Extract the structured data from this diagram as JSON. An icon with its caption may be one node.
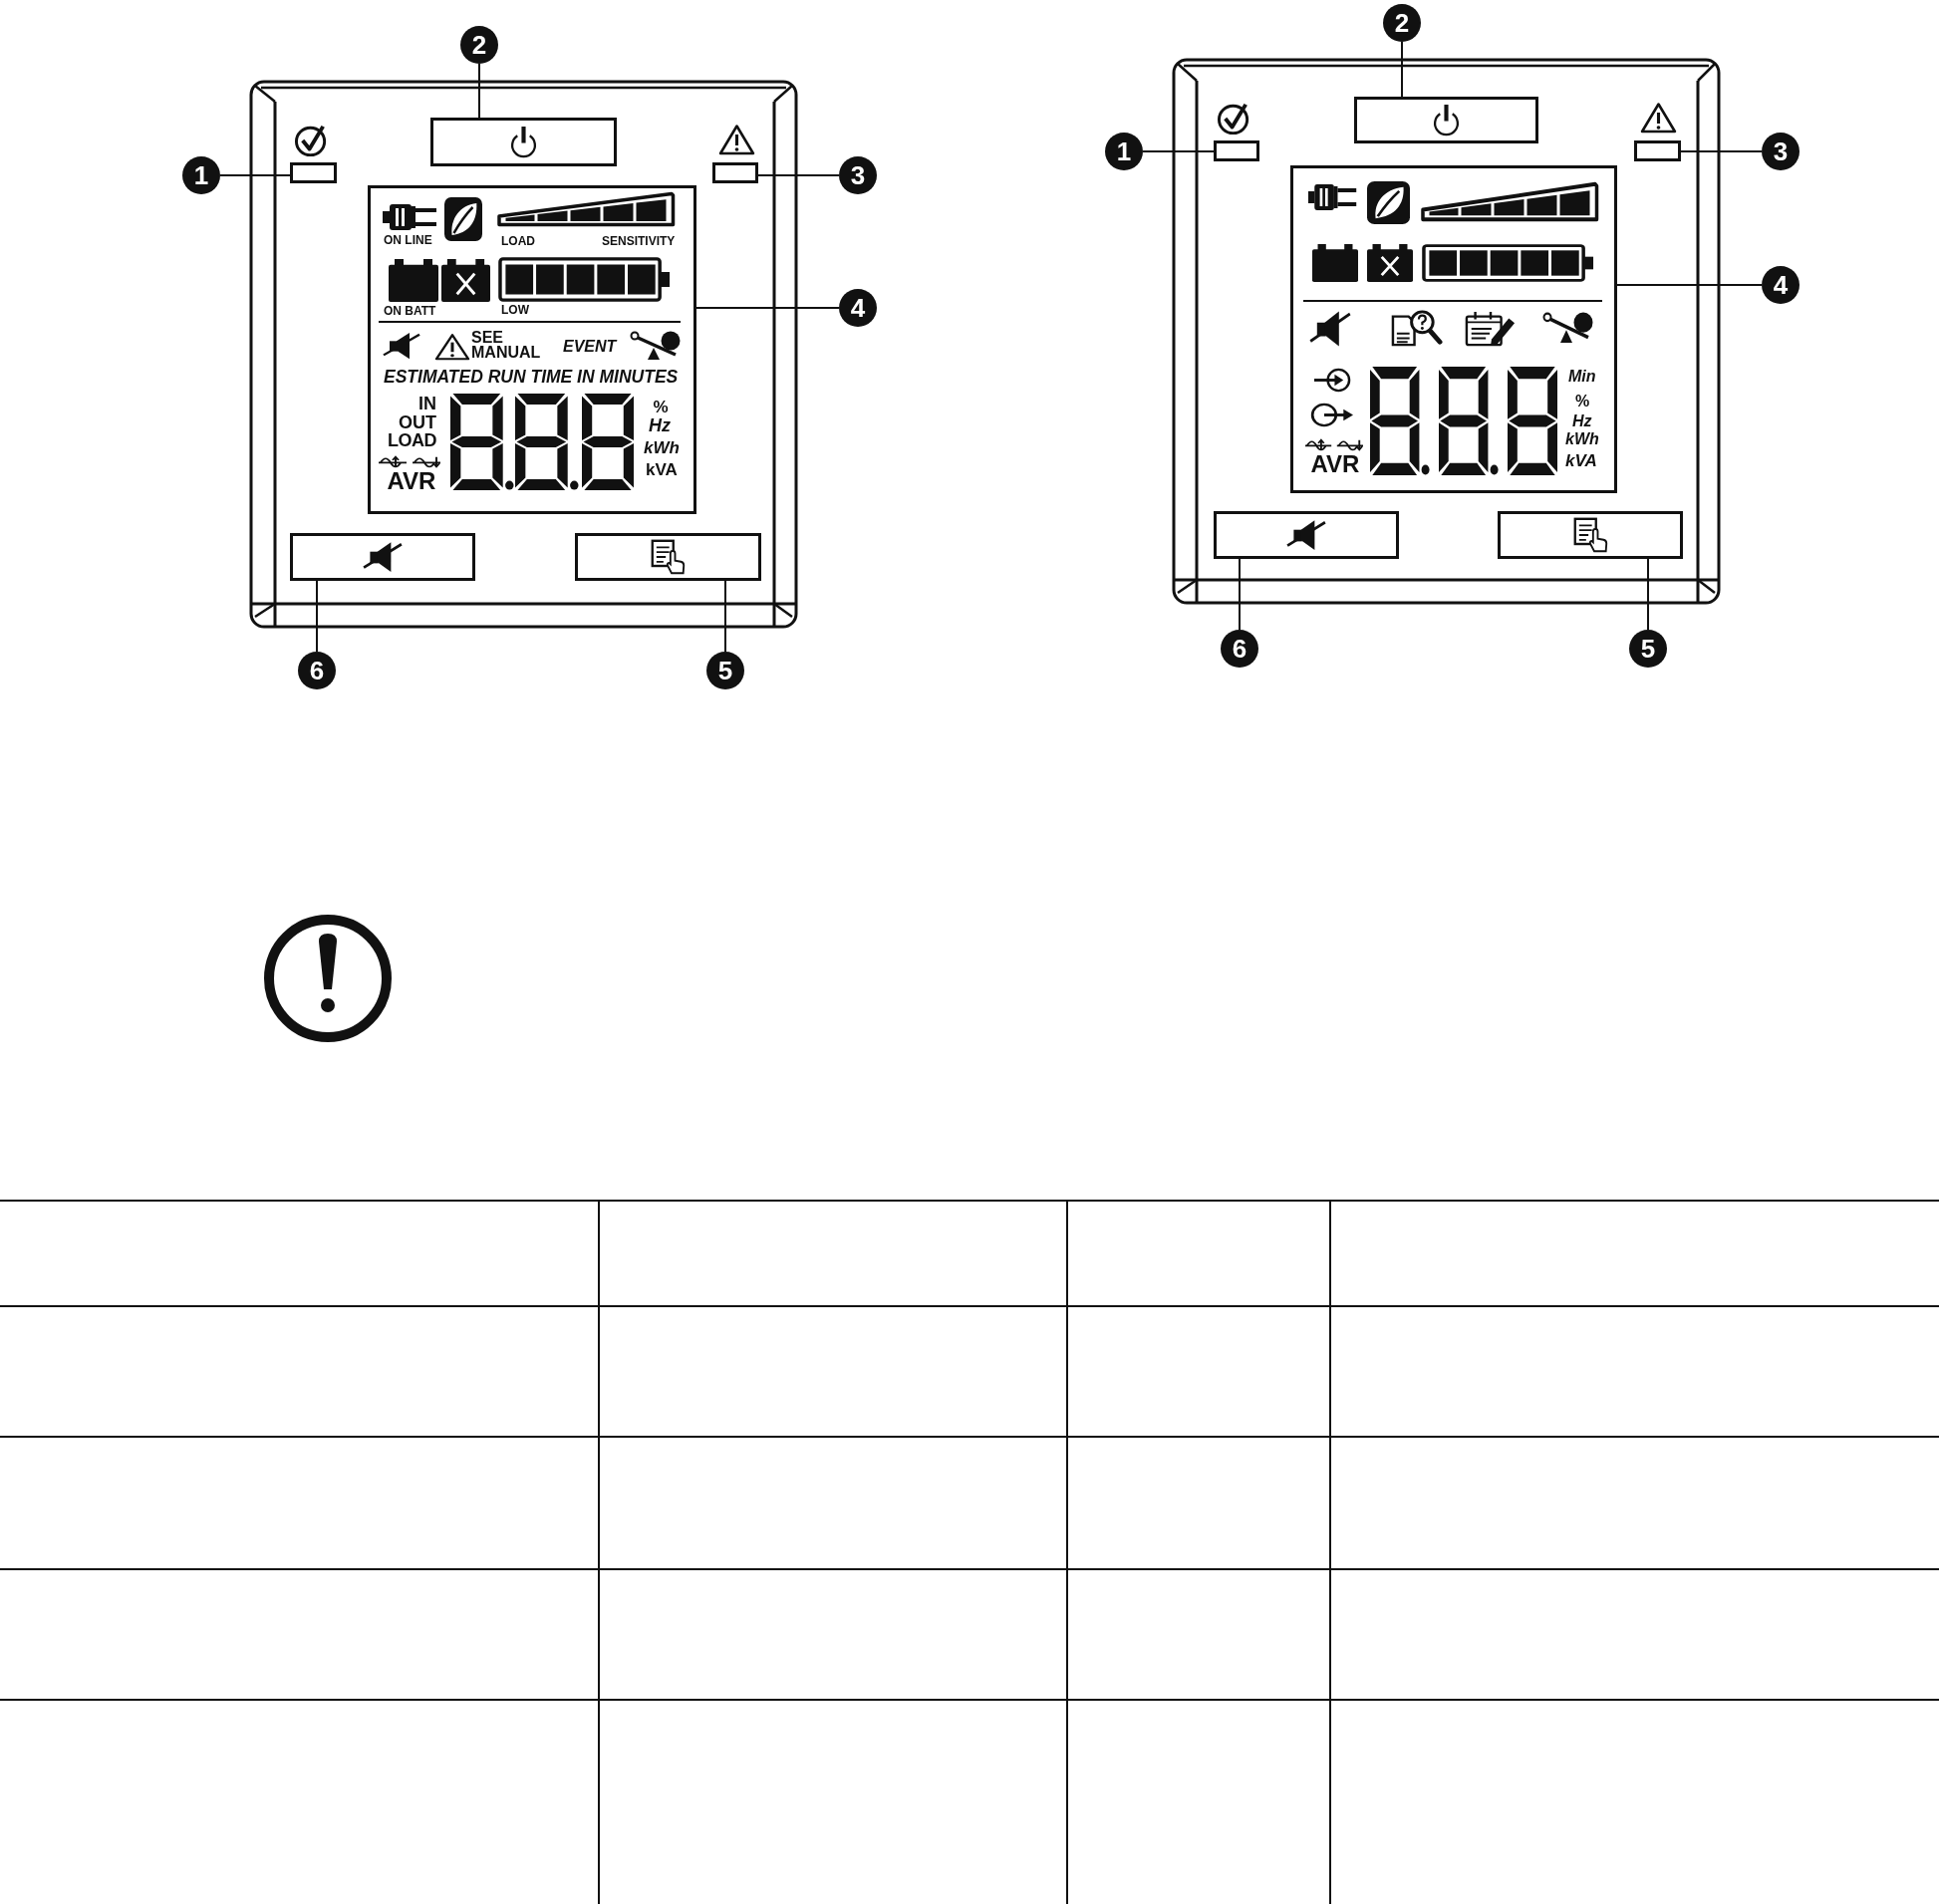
{
  "diagram": {
    "nodes": [
      {
        "text": [
          "2"
        ]
      },
      {
        "text": [
          "1"
        ]
      },
      {
        "text": [],
        "shape": "box"
      },
      {
        "text": [],
        "shape": "box"
      },
      {
        "text": [],
        "shape": "box"
      },
      {
        "text": [
          "3"
        ]
      },
      {
        "text": [
          "ON LINE",
          "LOAD",
          "SENSITIVITY",
          "ON BATT",
          "LOW",
          "SEE MANUAL",
          "EVENT",
          "ESTIMATED RUN TIME IN MINUTES",
          "IN",
          "OUT",
          "LOAD",
          "AVR",
          "%",
          "Hz",
          "kWh",
          "kVA"
        ]
      },
      {
        "text": [
          "4"
        ]
      },
      {
        "text": [],
        "shape": "box"
      },
      {
        "text": [],
        "shape": "box"
      },
      {
        "text": [
          "6"
        ]
      },
      {
        "text": [
          "5"
        ]
      },
      {
        "text": [
          "2"
        ]
      },
      {
        "text": [
          "1"
        ]
      },
      {
        "text": [],
        "shape": "box"
      },
      {
        "text": [],
        "shape": "box"
      },
      {
        "text": [],
        "shape": "box"
      },
      {
        "text": [
          "3"
        ]
      },
      {
        "text": [
          "AVR",
          "Min",
          "%",
          "Hz",
          "kWh",
          "kVA"
        ]
      },
      {
        "text": [
          "4"
        ]
      },
      {
        "text": [],
        "shape": "box"
      },
      {
        "text": [],
        "shape": "box"
      },
      {
        "text": [
          "6"
        ]
      },
      {
        "text": [
          "5"
        ]
      }
    ],
    "edges": [
      {
        "from": 1,
        "to": 2,
        "arrow": "none"
      },
      {
        "from": 0,
        "to": 3,
        "arrow": "none"
      },
      {
        "from": 5,
        "to": 4,
        "arrow": "none"
      },
      {
        "from": 7,
        "to": 6,
        "arrow": "none"
      },
      {
        "from": 11,
        "to": 9,
        "arrow": "none"
      },
      {
        "from": 10,
        "to": 8,
        "arrow": "none"
      },
      {
        "from": 13,
        "to": 14,
        "arrow": "none"
      },
      {
        "from": 12,
        "to": 15,
        "arrow": "none"
      },
      {
        "from": 17,
        "to": 16,
        "arrow": "none"
      },
      {
        "from": 19,
        "to": 18,
        "arrow": "none"
      },
      {
        "from": 23,
        "to": 21,
        "arrow": "none"
      },
      {
        "from": 22,
        "to": 20,
        "arrow": "none"
      }
    ]
  }
}
